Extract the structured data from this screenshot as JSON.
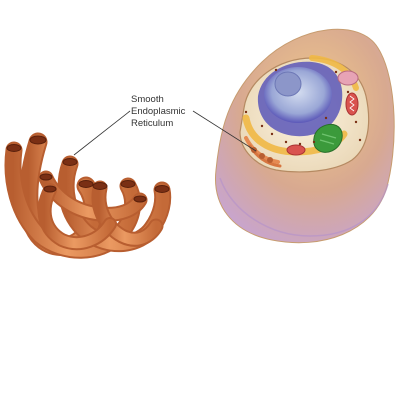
{
  "label": {
    "line1": "Smooth",
    "line2": "Endoplasmic",
    "line3": "Reticulum"
  },
  "colors": {
    "background": "#ffffff",
    "ser_tube": "#e08a55",
    "ser_tube_shadow": "#b85e30",
    "ser_opening": "#7a2f14",
    "cell_membrane_outer": "#d9b48c",
    "cell_membrane_lower": "#c9a8d8",
    "cytoplasm": "#f3e6cf",
    "nucleus_envelope": "#5b57b8",
    "nucleolus": "#8c96c9",
    "golgi": "#e58a52",
    "chloroplast_green": "#3b9a3b",
    "leader_line": "#333333"
  },
  "icons": [
    "smooth-er-illustration",
    "cell-cross-section-illustration"
  ]
}
